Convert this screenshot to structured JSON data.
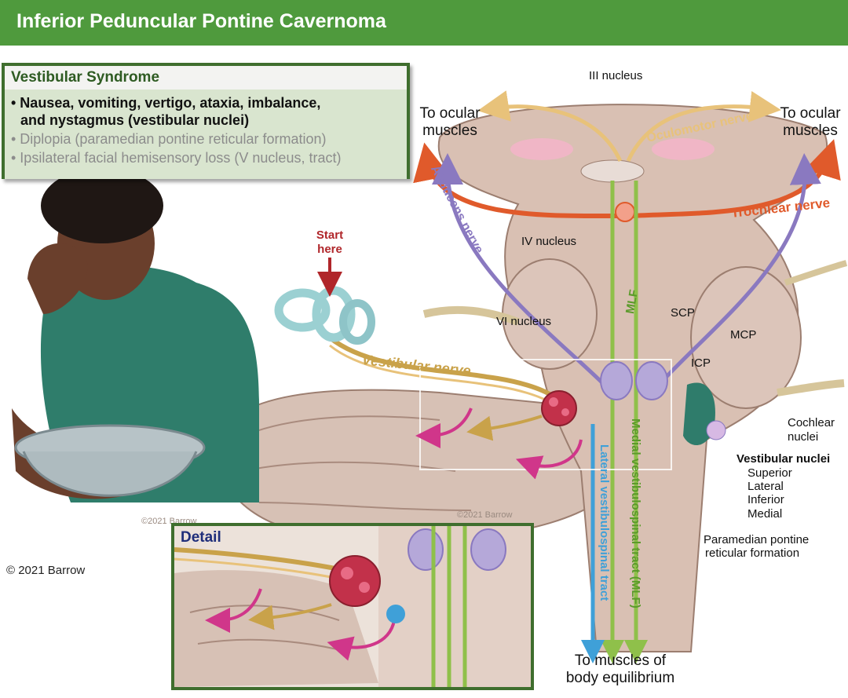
{
  "header": {
    "title": "Inferior Peduncular Pontine Cavernoma"
  },
  "syndrome": {
    "title": "Vestibular Syndrome",
    "primary_line1": "• Nausea, vomiting, vertigo, ataxia, imbalance,",
    "primary_line2": "and nystagmus (vestibular nuclei)",
    "secondary1": "• Diplopia (paramedian pontine reticular formation)",
    "secondary2": "• Ipsilateral facial hemisensory loss (V nucleus, tract)"
  },
  "labels": {
    "iii_nucleus": "III nucleus",
    "ocular_left_1": "To ocular",
    "ocular_left_2": "muscles",
    "ocular_right_1": "To ocular",
    "ocular_right_2": "muscles",
    "oculomotor_nerve": "Oculomotor nerve",
    "abducens_nerve": "Abducens nerve",
    "trochlear_nerve": "Trochlear nerve",
    "iv_nucleus": "IV nucleus",
    "start_here_1": "Start",
    "start_here_2": "here",
    "mlf": "MLF",
    "vi_nucleus": "VI nucleus",
    "scp": "SCP",
    "mcp": "MCP",
    "icp": "ICP",
    "vestibular_nerve": "Vestibular nerve",
    "cochlear_1": "Cochlear",
    "cochlear_2": "nuclei",
    "vestibular_nuclei": "Vestibular nuclei",
    "superior": "Superior",
    "lateral": "Lateral",
    "inferior": "Inferior",
    "medial": "Medial",
    "pprf_1": "Paramedian pontine",
    "pprf_2": "reticular formation",
    "medial_tract": "Medial vestibulospinal tract (MLF)",
    "lateral_tract": "Lateral vestibulospinal tract",
    "muscles_1": "To muscles of",
    "muscles_2": "body equilibrium",
    "detail": "Detail",
    "copyright_main": "©2021 Barrow",
    "copyright_center": "©2021 Barrow",
    "copyright_left": "© 2021 Barrow"
  },
  "colors": {
    "title_green": "#4f9a3d",
    "box_border": "#3f6e2e",
    "vestibular_nerve": "#c9a24a",
    "oculomotor": "#e8c27a",
    "trochlear": "#e05a2b",
    "abducens": "#8a79c0",
    "mlf_tract": "#8fc04a",
    "lateral_tract": "#3fa0d8",
    "start_arrow": "#c0282c",
    "detail_title": "#1f2e7a"
  }
}
